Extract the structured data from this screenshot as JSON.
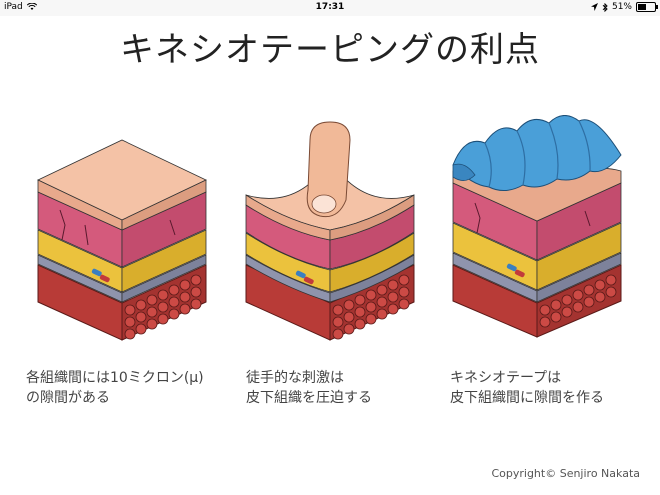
{
  "status_bar": {
    "device": "iPad",
    "time": "17:31",
    "battery_text": "51%",
    "battery_level": 0.51,
    "icons": [
      "wifi-icon",
      "location-arrow-icon",
      "bluetooth-icon",
      "battery-icon"
    ]
  },
  "title": "キネシオテーピングの利点",
  "panels": [
    {
      "caption_line1": "各組織間には10ミクロン(μ)",
      "caption_line2": "の隙間がある"
    },
    {
      "caption_line1": "徒手的な刺激は",
      "caption_line2": "皮下組織を圧迫する"
    },
    {
      "caption_line1": "キネシオテープは",
      "caption_line2": "皮下組織間に隙間を作る"
    }
  ],
  "copyright": "Copyright© Senjiro Nakata",
  "colors": {
    "skin": "#f4c2a6",
    "dermis": "#d96082",
    "fat": "#f0cb4a",
    "fascia": "#9a9fb8",
    "muscle": "#c7433f",
    "tape": "#4a9fd8"
  }
}
